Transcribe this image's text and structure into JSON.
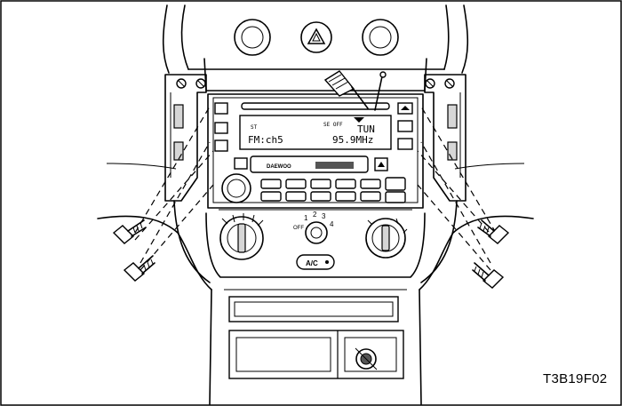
{
  "figure": {
    "code": "T3B19F02"
  },
  "radio_display": {
    "mode_label": "ST",
    "status_label": "SE OFF",
    "tune_label": "TUN",
    "channel": "FM:ch5",
    "frequency": "95.9MHz",
    "brand": "DAEWOO"
  },
  "hvac": {
    "ac_label": "A/C",
    "fan_speed_labels": [
      "OFF",
      "1",
      "2",
      "3",
      "4"
    ]
  }
}
